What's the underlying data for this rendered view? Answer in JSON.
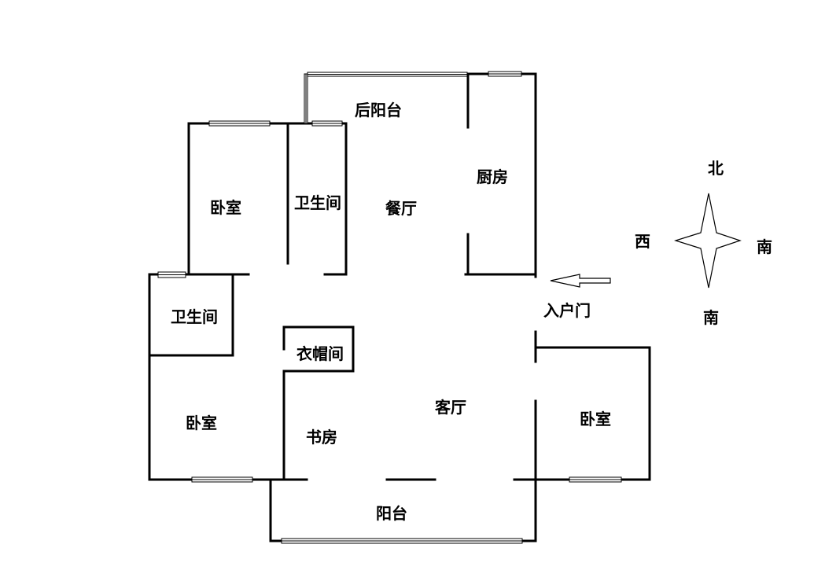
{
  "rooms": {
    "rear_balcony": "后阳台",
    "bedroom_north": "卧室",
    "bathroom_north": "卫生间",
    "dining_room": "餐厅",
    "kitchen": "厨房",
    "bathroom_west": "卫生间",
    "cloakroom": "衣帽间",
    "living_room": "客厅",
    "bedroom_southwest": "卧室",
    "study": "书房",
    "bedroom_east": "卧室",
    "balcony": "阳台"
  },
  "entrance": {
    "label": "入户门"
  },
  "compass": {
    "north": "北",
    "west": "西",
    "east": "南",
    "south": "南",
    "icon": "compass-star-icon"
  },
  "colors": {
    "line": "#000000",
    "background": "#ffffff"
  }
}
